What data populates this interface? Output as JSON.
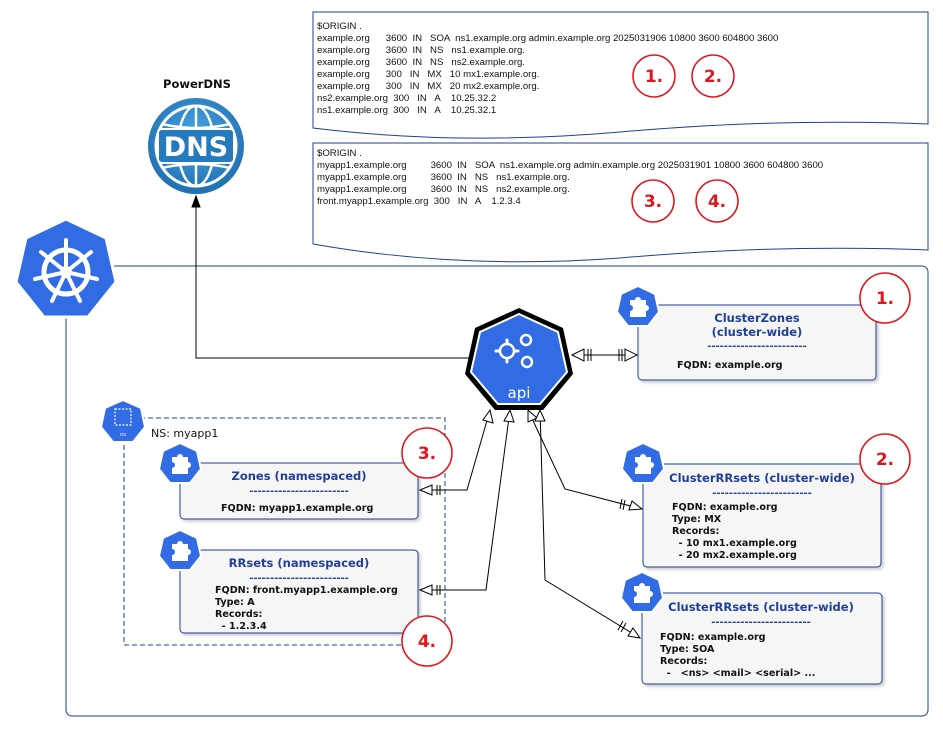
{
  "powerdns": {
    "label": "PowerDNS",
    "icon_text": "DNS"
  },
  "zone_files": [
    {
      "lines": [
        "$ORIGIN .",
        "example.org      3600  IN   SOA  ns1.example.org admin.example.org 2025031906 10800 3600 604800 3600",
        "example.org      3600  IN   NS   ns1.example.org.",
        "example.org      3600  IN   NS   ns2.example.org.",
        "example.org      300   IN   MX   10 mx1.example.org.",
        "example.org      300   IN   MX   20 mx2.example.org.",
        "ns2.example.org  300   IN   A    10.25.32.2",
        "ns1.example.org  300   IN   A    10.25.32.1"
      ],
      "badges": [
        "1.",
        "2."
      ]
    },
    {
      "lines": [
        "$ORIGIN .",
        "myapp1.example.org         3600  IN   SOA  ns1.example.org admin.example.org 2025031901 10800 3600 604800 3600",
        "myapp1.example.org         3600  IN   NS   ns1.example.org.",
        "myapp1.example.org         3600  IN   NS   ns2.example.org.",
        "front.myapp1.example.org  300   IN   A    1.2.3.4"
      ],
      "badges": [
        "3.",
        "4."
      ]
    }
  ],
  "api": {
    "label": "api"
  },
  "namespace": {
    "label": "NS: myapp1",
    "icon_text": "ns"
  },
  "cards": {
    "cluster_zones": {
      "title_lines": [
        "ClusterZones",
        "(cluster-wide)"
      ],
      "separator": "------------------------",
      "body": [
        "FQDN: example.org"
      ],
      "badge": "1."
    },
    "zones": {
      "title_lines": [
        "Zones (namespaced)"
      ],
      "separator": "------------------------",
      "body": [
        "FQDN: myapp1.example.org"
      ],
      "badge": "3."
    },
    "rrsets": {
      "title_lines": [
        "RRsets (namespaced)"
      ],
      "separator": "------------------------",
      "body": [
        "FQDN: front.myapp1.example.org",
        "Type: A",
        "Records:",
        "  - 1.2.3.4"
      ],
      "badge": "4."
    },
    "cluster_rrsets_mx": {
      "title_lines": [
        "ClusterRRsets (cluster-wide)"
      ],
      "separator": "------------------------",
      "body": [
        "FQDN: example.org",
        "Type: MX",
        "Records:",
        "  - 10 mx1.example.org",
        "  - 20 mx2.example.org"
      ],
      "badge": "2."
    },
    "cluster_rrsets_soa": {
      "title_lines": [
        "ClusterRRsets (cluster-wide)"
      ],
      "separator": "------------------------",
      "body": [
        "FQDN: example.org",
        "Type: SOA",
        "Records:",
        "  -   <ns> <mail> <serial> ..."
      ]
    }
  },
  "colors": {
    "k8s_blue": "#326ce5",
    "dns_blue": "#2f86c8",
    "frame_blue": "#1f3f99",
    "badge_red": "#e0161d",
    "card_fill": "#f6f6f6"
  }
}
